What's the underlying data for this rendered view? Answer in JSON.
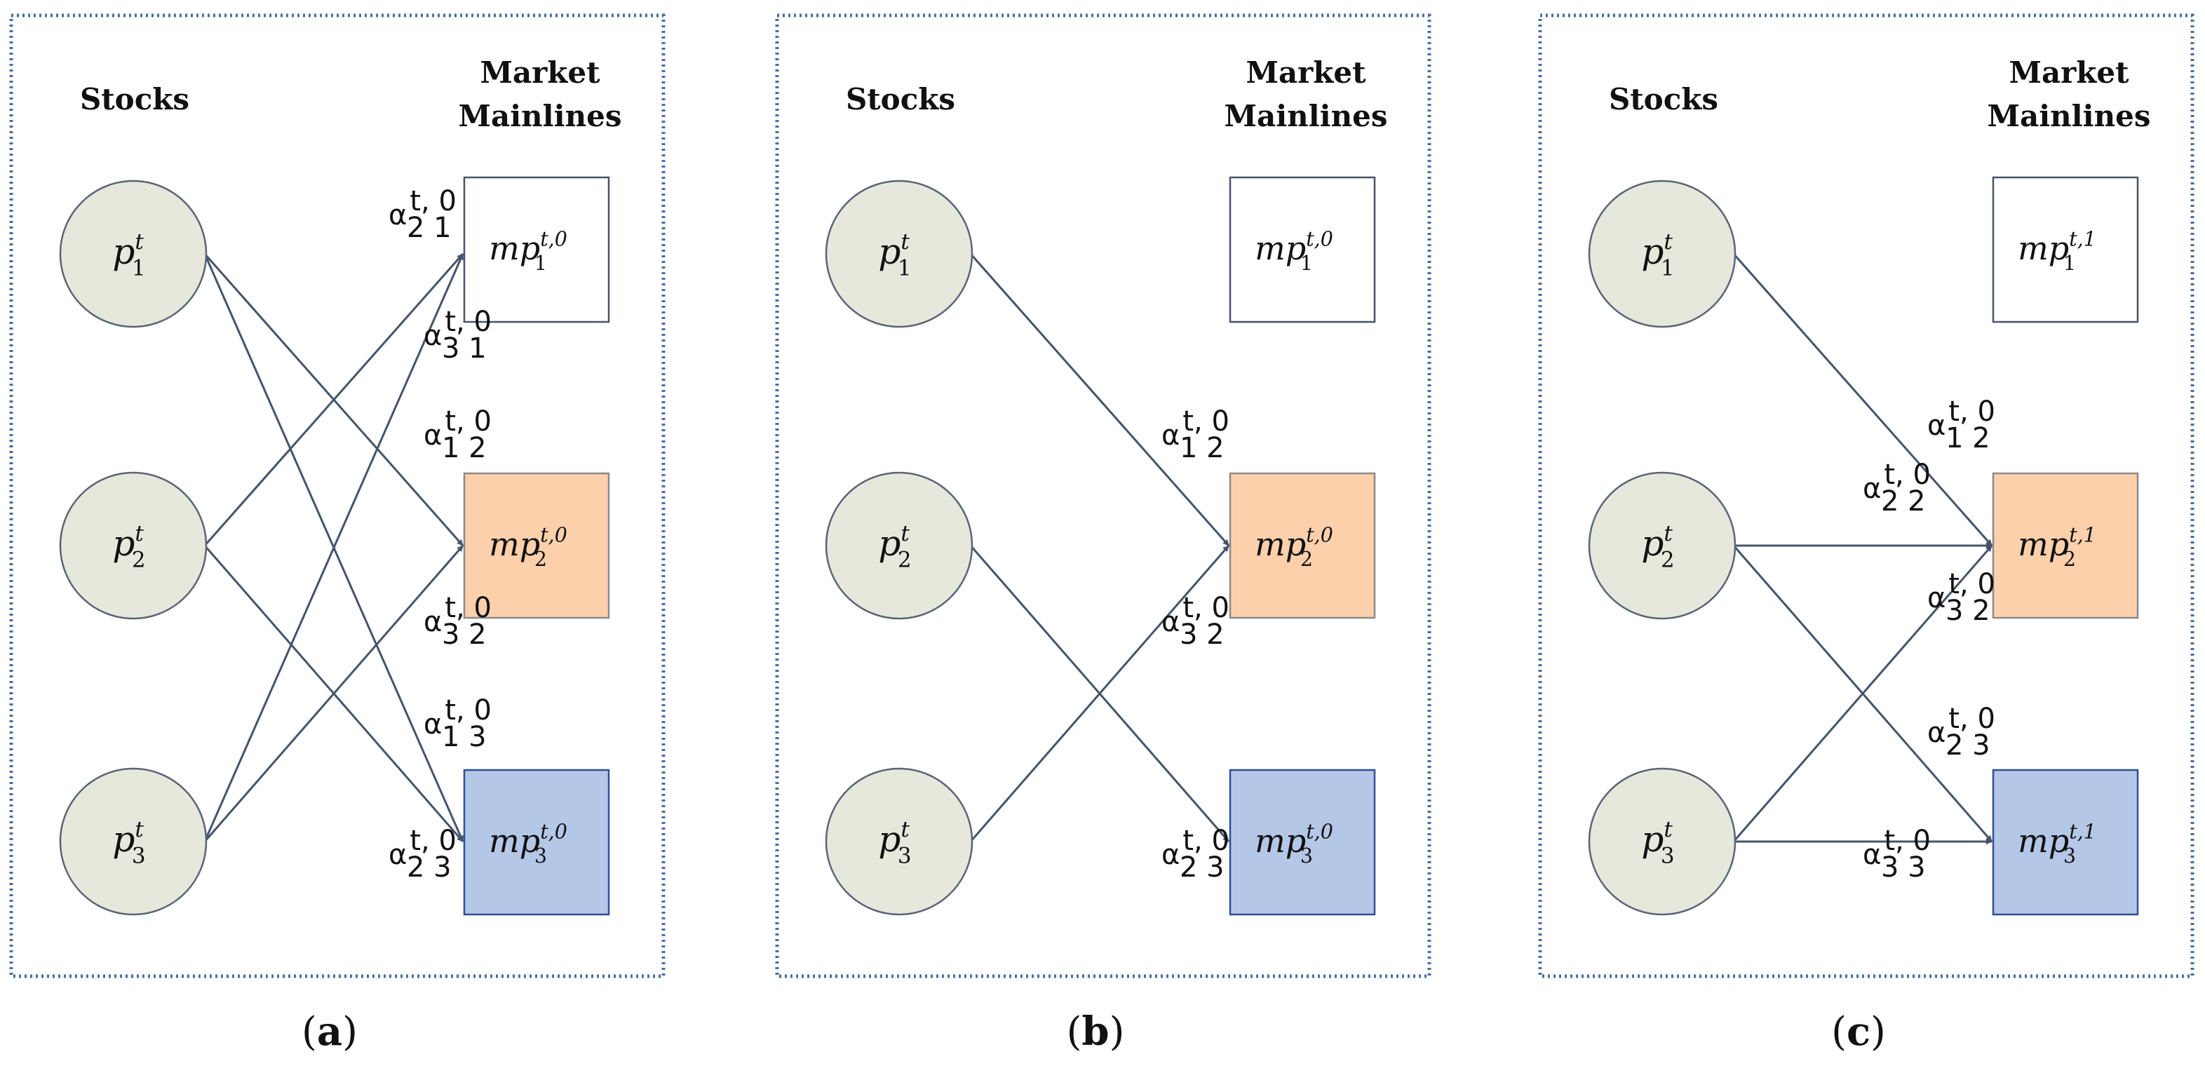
{
  "panels": [
    {
      "caption": "(a)",
      "header_stocks": "Stocks",
      "header_market_1": "Market",
      "header_market_2": "Mainlines",
      "stocks": [
        {
          "base": "p",
          "sup": "t",
          "sub": "1"
        },
        {
          "base": "p",
          "sup": "t",
          "sub": "2"
        },
        {
          "base": "p",
          "sup": "t",
          "sub": "3"
        }
      ],
      "mainlines": [
        {
          "base": "mp",
          "sup": "t,0",
          "sub": "1",
          "fill": "#ffffff"
        },
        {
          "base": "mp",
          "sup": "t,0",
          "sub": "2",
          "fill": "#fdd0ac"
        },
        {
          "base": "mp",
          "sup": "t,0",
          "sub": "3",
          "fill": "#b4c7e6"
        }
      ],
      "edges": [
        {
          "from": 1,
          "to": 2
        },
        {
          "from": 1,
          "to": 3
        },
        {
          "from": 2,
          "to": 1
        },
        {
          "from": 2,
          "to": 3
        },
        {
          "from": 3,
          "to": 1
        },
        {
          "from": 3,
          "to": 2
        }
      ],
      "weights": [
        {
          "a": "α",
          "top": "t, 0",
          "bottom": "2  1",
          "slot": "a1"
        },
        {
          "a": "α",
          "top": "t, 0",
          "bottom": "3  1",
          "slot": "a2"
        },
        {
          "a": "α",
          "top": "t, 0",
          "bottom": "1  2",
          "slot": "a3"
        },
        {
          "a": "α",
          "top": "t, 0",
          "bottom": "3  2",
          "slot": "a4"
        },
        {
          "a": "α",
          "top": "t, 0",
          "bottom": "1  3",
          "slot": "a5"
        },
        {
          "a": "α",
          "top": "t, 0",
          "bottom": "2  3",
          "slot": "a6"
        }
      ]
    },
    {
      "caption": "(b)",
      "header_stocks": "Stocks",
      "header_market_1": "Market",
      "header_market_2": "Mainlines",
      "stocks": [
        {
          "base": "p",
          "sup": "t",
          "sub": "1"
        },
        {
          "base": "p",
          "sup": "t",
          "sub": "2"
        },
        {
          "base": "p",
          "sup": "t",
          "sub": "3"
        }
      ],
      "mainlines": [
        {
          "base": "mp",
          "sup": "t,0",
          "sub": "1",
          "fill": "#ffffff"
        },
        {
          "base": "mp",
          "sup": "t,0",
          "sub": "2",
          "fill": "#fdd0ac"
        },
        {
          "base": "mp",
          "sup": "t,0",
          "sub": "3",
          "fill": "#b4c7e6"
        }
      ],
      "edges": [
        {
          "from": 1,
          "to": 2
        },
        {
          "from": 2,
          "to": 3
        },
        {
          "from": 3,
          "to": 2
        }
      ],
      "weights": [
        {
          "a": "α",
          "top": "t, 0",
          "bottom": "1  2",
          "slot": "b1"
        },
        {
          "a": "α",
          "top": "t, 0",
          "bottom": "3  2",
          "slot": "b2"
        },
        {
          "a": "α",
          "top": "t, 0",
          "bottom": "2  3",
          "slot": "b3"
        }
      ]
    },
    {
      "caption": "(c)",
      "header_stocks": "Stocks",
      "header_market_1": "Market",
      "header_market_2": "Mainlines",
      "stocks": [
        {
          "base": "p",
          "sup": "t",
          "sub": "1"
        },
        {
          "base": "p",
          "sup": "t",
          "sub": "2"
        },
        {
          "base": "p",
          "sup": "t",
          "sub": "3"
        }
      ],
      "mainlines": [
        {
          "base": "mp",
          "sup": "t,1",
          "sub": "1",
          "fill": "#ffffff"
        },
        {
          "base": "mp",
          "sup": "t,1",
          "sub": "2",
          "fill": "#fdd0ac"
        },
        {
          "base": "mp",
          "sup": "t,1",
          "sub": "3",
          "fill": "#b4c7e6"
        }
      ],
      "edges": [
        {
          "from": 1,
          "to": 2
        },
        {
          "from": 2,
          "to": 2
        },
        {
          "from": 2,
          "to": 3
        },
        {
          "from": 3,
          "to": 2
        },
        {
          "from": 3,
          "to": 3
        }
      ],
      "weights": [
        {
          "a": "α",
          "top": "t, 0",
          "bottom": "1  2",
          "slot": "c1"
        },
        {
          "a": "α",
          "top": "t, 0",
          "bottom": "2  2",
          "slot": "c2"
        },
        {
          "a": "α",
          "top": "t, 0",
          "bottom": "3  2",
          "slot": "c3"
        },
        {
          "a": "α",
          "top": "t, 0",
          "bottom": "2  3",
          "slot": "c4"
        },
        {
          "a": "α",
          "top": "t, 0",
          "bottom": "3  3",
          "slot": "c5"
        }
      ]
    }
  ],
  "colors": {
    "stock_fill": "#e6e8dc",
    "stock_stroke": "#5a6478",
    "box_stroke_white": "#47546a",
    "box_stroke_orange": "#8a8a8a",
    "box_stroke_blue": "#2f4f9a",
    "edge": "#44546a",
    "frame": "#4a6ea3"
  }
}
